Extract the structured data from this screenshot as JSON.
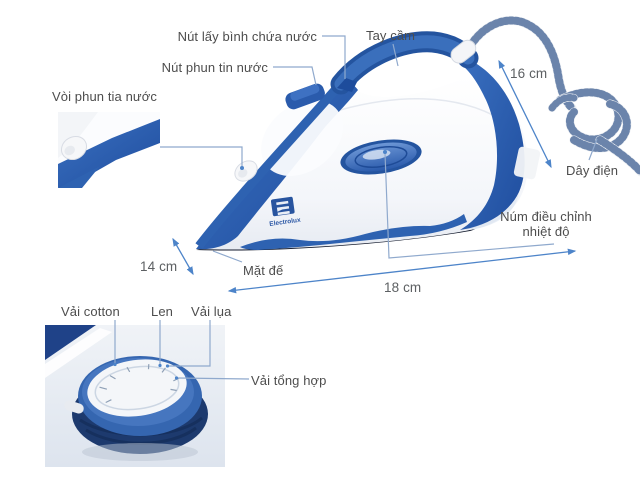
{
  "brand": "Electrolux",
  "callouts": {
    "water_tank_release": "Nút lấy bình chứa nước",
    "spray_button": "Nút phun tin nước",
    "spray_nozzle": "Vòi phun tia nước",
    "handle": "Tay cầm",
    "cord": "Dây điện",
    "temp_dial_line1": "Núm điều chỉnh",
    "temp_dial_line2": "nhiệt độ",
    "soleplate": "Mặt đế"
  },
  "dimensions": {
    "height": "16 cm",
    "width": "14 cm",
    "length": "18 cm"
  },
  "dial_settings": {
    "cotton": "Vải cotton",
    "wool": "Len",
    "silk": "Vải lụa",
    "synthetic": "Vải tổng hợp"
  },
  "colors": {
    "iron_blue": "#2e62b1",
    "iron_blue_dark": "#1f4d9e",
    "soleplate_dark": "#131a2c",
    "label_text": "#4d4d4d",
    "leader_line": "#8fa9cd",
    "dimension_blue": "#4d84c9"
  }
}
